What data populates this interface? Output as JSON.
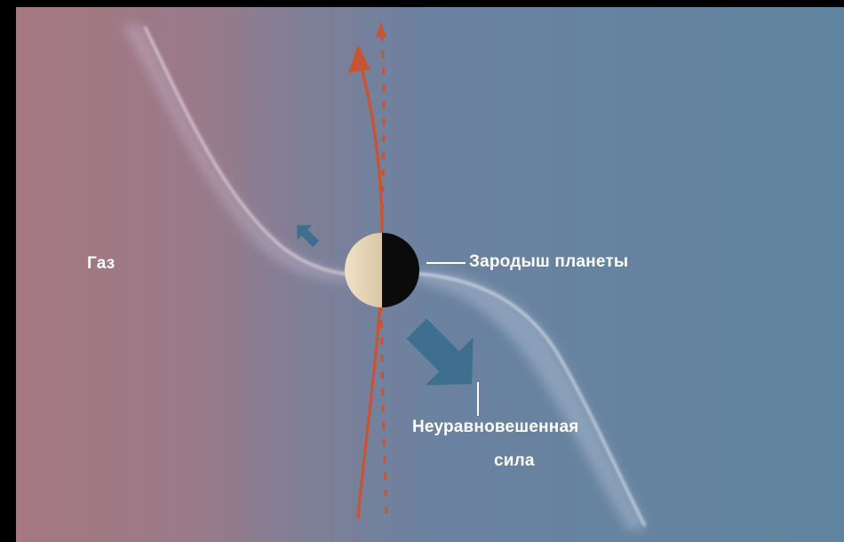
{
  "labels": {
    "gas": "Газ",
    "planet_embryo": "Зародыш планеты",
    "unbalanced_force_line1": "Неуравновешенная",
    "unbalanced_force_line2": "сила"
  },
  "colors": {
    "gas_left": "#a57781",
    "gas_right": "#5f849f",
    "orbit_arrow": "#c65535",
    "force_arrow": "#3f6f8f",
    "wake_highlight": "#f3e9ee",
    "planet_light": "#e4d3b6",
    "planet_dark": "#0b0b0c",
    "text": "#ffffff"
  }
}
